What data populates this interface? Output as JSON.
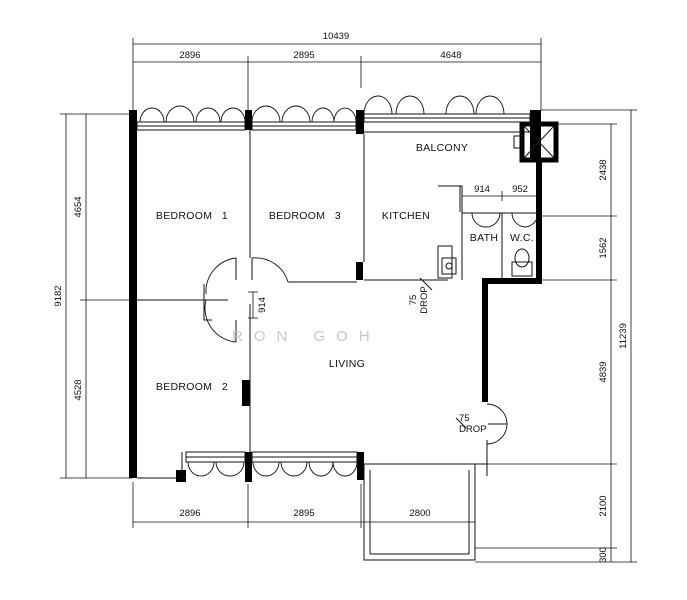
{
  "dimensions": {
    "top_total": "10439",
    "top_1": "2896",
    "top_2": "2895",
    "top_3": "4648",
    "bottom_1": "2896",
    "bottom_2": "2895",
    "bottom_3": "2800",
    "left_total": "9182",
    "left_1": "4654",
    "left_2": "4528",
    "right_total": "11239",
    "right_1": "2438",
    "right_2": "1562",
    "right_3": "4839",
    "right_4": "2100",
    "right_5": "300",
    "bath_width": "914",
    "wc_width": "952",
    "corridor_width": "914"
  },
  "rooms": {
    "bedroom_1": "BEDROOM   1",
    "bedroom_2": "BEDROOM   2",
    "bedroom_3": "BEDROOM   3",
    "kitchen": "KITCHEN",
    "balcony": "BALCONY",
    "living": "LIVING",
    "bath": "BATH",
    "wc": "W.C."
  },
  "notes": {
    "drop_kitchen_value": "75",
    "drop_kitchen_label": "DROP",
    "drop_entry_value": "75",
    "drop_entry_label": "DROP"
  },
  "watermark": "RON GOH"
}
